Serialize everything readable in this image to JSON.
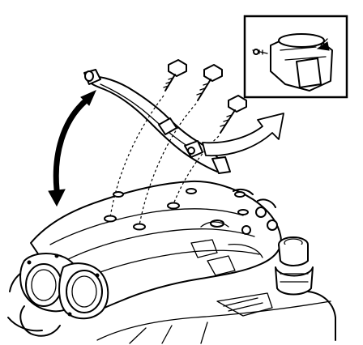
{
  "figure": {
    "parts": [
      {
        "name": "upper-intake-manifold",
        "icon": "intake-manifold-icon"
      },
      {
        "name": "throttle-body-bore-left",
        "icon": "ring-icon"
      },
      {
        "name": "throttle-body-bore-right",
        "icon": "ring-icon"
      },
      {
        "name": "fuel-rail-bracket",
        "icon": "bracket-icon"
      },
      {
        "name": "mounting-bolt-1",
        "icon": "bolt-icon"
      },
      {
        "name": "mounting-bolt-2",
        "icon": "bolt-icon"
      },
      {
        "name": "mounting-bolt-3",
        "icon": "bolt-icon"
      },
      {
        "name": "detail-inset-fitting",
        "icon": "fitting-icon"
      },
      {
        "name": "rotation-arrow",
        "icon": "double-arrow-icon"
      },
      {
        "name": "removal-arrow",
        "icon": "curved-arrow-icon"
      },
      {
        "name": "oil-filler-cap",
        "icon": "cap-icon"
      }
    ],
    "colors": {
      "line": "#000000",
      "background": "#ffffff"
    }
  }
}
